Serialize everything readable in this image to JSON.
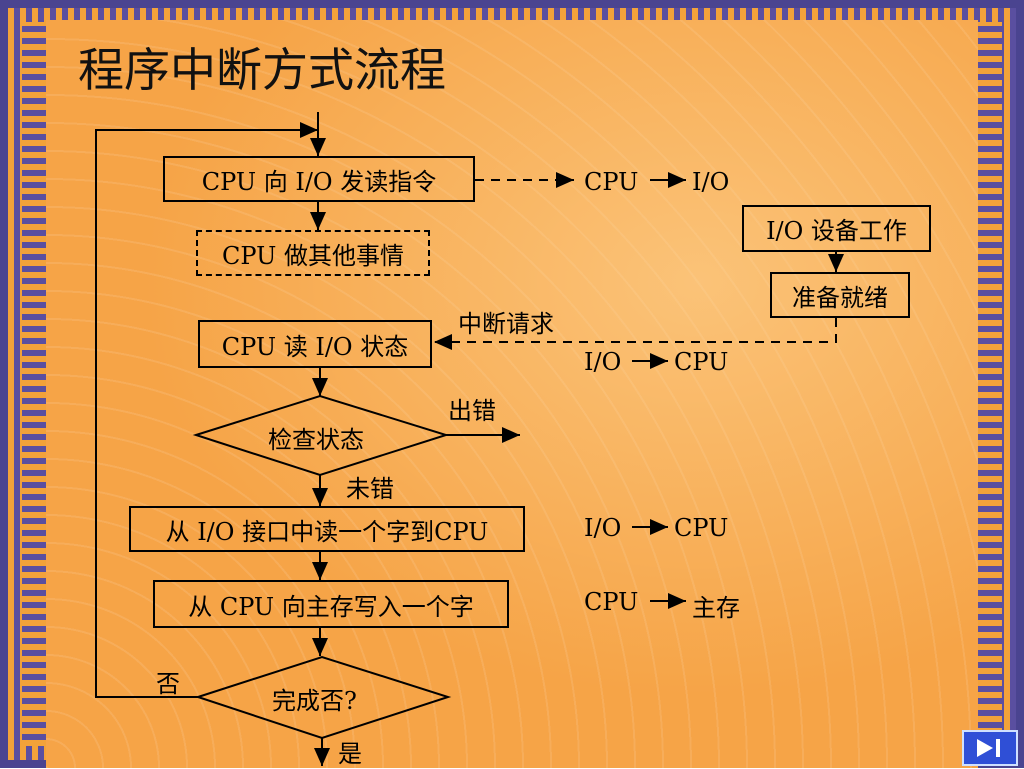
{
  "title": "程序中断方式流程",
  "steps": {
    "send_cmd": "CPU 向 I/O 发读指令",
    "cpu_other": "CPU 做其他事情",
    "read_status": "CPU 读 I/O 状态",
    "check_status": "检查状态",
    "read_word": "从 I/O 接口中读一个字到CPU",
    "write_word": "从 CPU 向主存写入一个字",
    "done": "完成否?"
  },
  "device": {
    "working": "I/O 设备工作",
    "ready": "准备就绪"
  },
  "labels": {
    "interrupt_request": "中断请求",
    "error": "出错",
    "no_error": "未错",
    "no": "否",
    "yes": "是"
  },
  "transfers": [
    {
      "from": "CPU",
      "to": "I/O"
    },
    {
      "from": "I/O",
      "to": "CPU"
    },
    {
      "from": "I/O",
      "to": "CPU"
    },
    {
      "from": "CPU",
      "to": "主存"
    }
  ],
  "nav": {
    "icon": "next-slide-icon"
  },
  "colors": {
    "background": "#f6a447",
    "border_purple": "#5a4fa0",
    "nav_blue": "#2f4fd6"
  }
}
